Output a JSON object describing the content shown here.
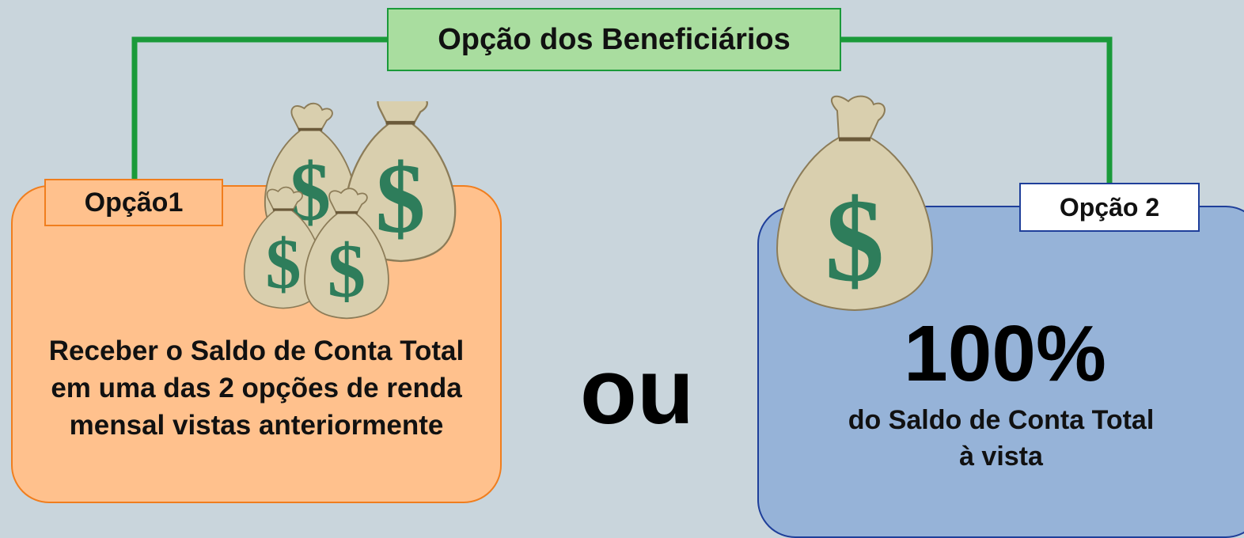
{
  "title": "Opção dos Beneficiários",
  "option1": {
    "label": "Opção1",
    "text": "Receber o Saldo de Conta Total em uma das 2 opções de renda mensal vistas anteriormente"
  },
  "separator": "ou",
  "option2": {
    "label": "Opção 2",
    "value": "100%",
    "text_line1": "do Saldo de Conta Total",
    "text_line2": "à vista"
  },
  "icons": [
    "money-bags-icon",
    "money-bag-icon"
  ],
  "colors": {
    "background": "#c9d5dc",
    "connector": "#1a9a3a",
    "title_fill": "#a9dd9f",
    "option1_fill": "#ffc18d",
    "option1_border": "#f07e1e",
    "option2_fill": "#96b3d8",
    "option2_border": "#1f3f9a",
    "bag": "#d9cfae",
    "dollar": "#2e7d5b"
  }
}
